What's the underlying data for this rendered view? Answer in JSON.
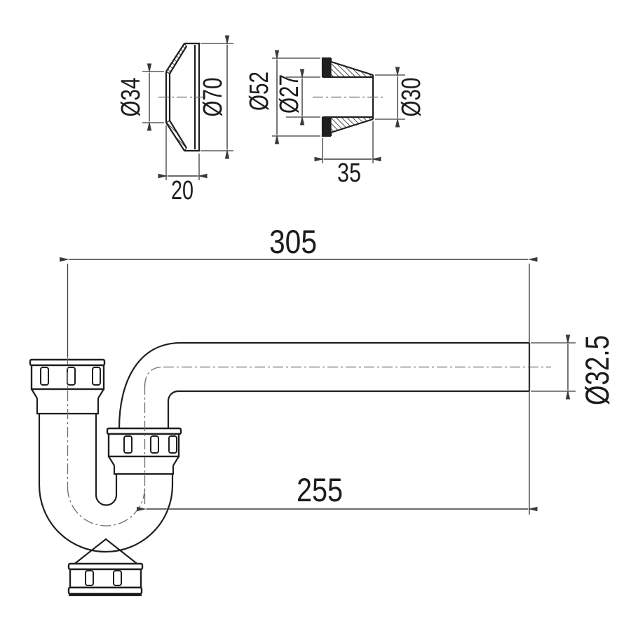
{
  "drawing": {
    "title": "siphon-p-trap-technical-drawing",
    "labels": {
      "flange_inner_diameter": "Ø34",
      "flange_outer_diameter": "Ø70",
      "flange_depth": "20",
      "cone_flange_diameter": "Ø52",
      "cone_bore_diameter": "Ø27",
      "cone_tip_diameter": "Ø30",
      "cone_length": "35",
      "trap_overall_length": "305",
      "trap_outlet_length": "255",
      "trap_pipe_diameter": "Ø32.5"
    },
    "colors": {
      "background": "#ffffff",
      "outline": "#1f1f1f",
      "dimension": "#3a3a3a",
      "centerline": "#6e6e6e",
      "text": "#1c1c1c"
    }
  }
}
